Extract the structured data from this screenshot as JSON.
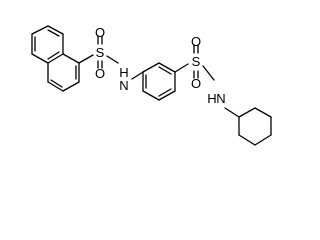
{
  "diagram": {
    "type": "chemical-structure",
    "atoms": {
      "sulfonyl_left": {
        "S": "S",
        "O_top": "O",
        "O_bottom": "O"
      },
      "amide_left": {
        "N": "N",
        "H": "H"
      },
      "sulfonyl_right": {
        "S": "S",
        "O_top": "O",
        "O_bottom": "O"
      },
      "amide_right": {
        "N": "N",
        "H": "H"
      }
    },
    "colors": {
      "bond": "#000000",
      "label": "#000000",
      "background": "#ffffff"
    }
  }
}
